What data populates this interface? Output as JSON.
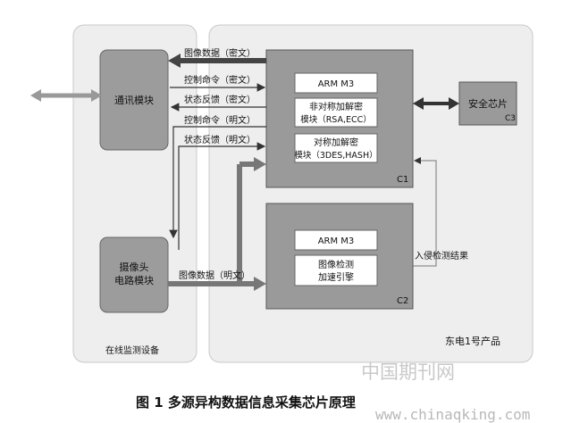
{
  "diagram": {
    "regions": {
      "left": "在线监测设备",
      "right": "东电1号产品"
    },
    "modules": {
      "comm": "通讯模块",
      "camera_line1": "摄像头",
      "camera_line2": "电路模块",
      "security_chip": "安全芯片",
      "security_chip_tag": "C3"
    },
    "chip_c1": {
      "tag": "C1",
      "arm": "ARM M3",
      "asym_line1": "非对称加解密",
      "asym_line2": "模块（RSA,ECC）",
      "sym_line1": "对称加解密",
      "sym_line2": "模块（3DES,HASH）"
    },
    "chip_c2": {
      "tag": "C2",
      "arm": "ARM M3",
      "img_line1": "图像检测",
      "img_line2": "加速引擎"
    },
    "arrows": {
      "image_data_secret": "图像数据（密文）",
      "control_cmd_secret": "控制命令（密文）",
      "status_secret": "状态反馈（密文）",
      "control_cmd_plain": "控制命令（明文）",
      "status_plain": "状态反馈（明文）",
      "image_data_plain": "图像数据（明文）",
      "intrusion_result": "入侵检测结果"
    }
  },
  "watermark": "中国期刊网",
  "caption": "图 1    多源异构数据信息采集芯片原理",
  "url": "www.chinaqking.com"
}
